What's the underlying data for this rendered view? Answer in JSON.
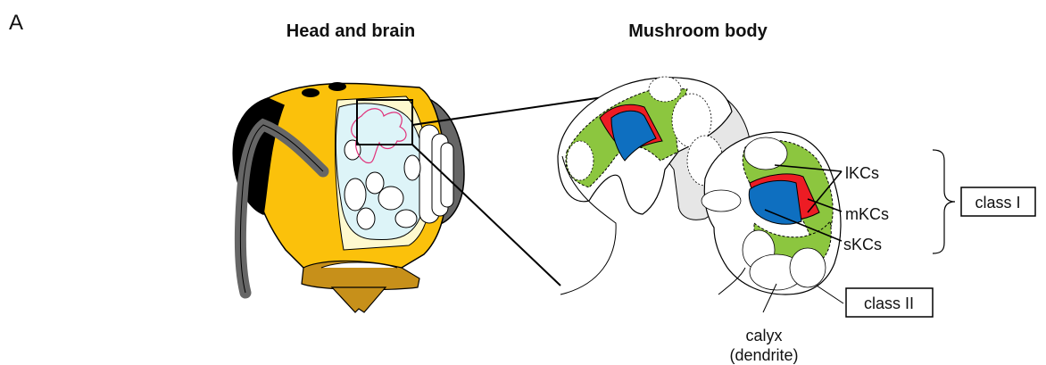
{
  "panel_letter": "A",
  "titles": {
    "left": "Head and brain",
    "right": "Mushroom body"
  },
  "labels": {
    "lkcs": "lKCs",
    "mkcs": "mKCs",
    "skcs": "sKCs",
    "class1": "class I",
    "class2": "class II",
    "calyx": "calyx",
    "dendrite": "(dendrite)"
  },
  "colors": {
    "head": "#FBC10B",
    "mandible": "#C7901A",
    "eye_antenna": "#666666",
    "black": "#000000",
    "brain_area": "#FEF9CF",
    "brain_lobe": "#DDF4F8",
    "neuron_trace": "#E0317A",
    "lKC_green": "#8CC63F",
    "mKC_red": "#ED1C24",
    "sKC_blue": "#0E6FC0",
    "stalk_grey": "#E6E6E6"
  }
}
